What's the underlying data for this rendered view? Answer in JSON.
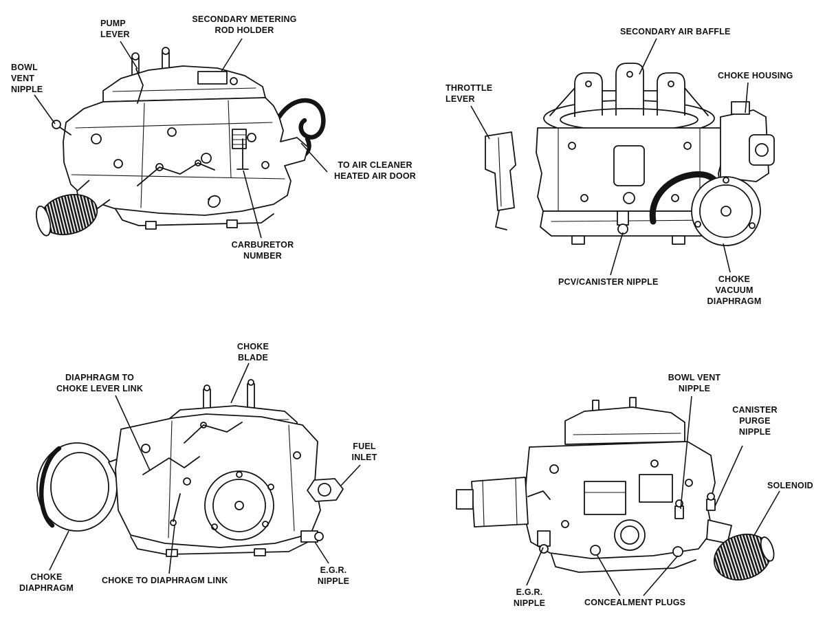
{
  "colors": {
    "ink": "#141414",
    "background": "#ffffff"
  },
  "labels": {
    "view_top_left": {
      "pump_lever": "PUMP\nLEVER",
      "secondary_metering_rod_holder": "SECONDARY METERING\nROD HOLDER",
      "bowl_vent_nipple": "BOWL\nVENT\nNIPPLE",
      "to_air_cleaner_heated_air_door": "TO AIR CLEANER\nHEATED AIR DOOR",
      "carburetor_number": "CARBURETOR\nNUMBER"
    },
    "view_top_right": {
      "secondary_air_baffle": "SECONDARY AIR BAFFLE",
      "choke_housing": "CHOKE HOUSING",
      "throttle_lever": "THROTTLE\nLEVER",
      "pcv_canister_nipple": "PCV/CANISTER NIPPLE",
      "choke_vacuum_diaphragm": "CHOKE\nVACUUM\nDIAPHRAGM"
    },
    "view_bottom_left": {
      "choke_blade": "CHOKE\nBLADE",
      "diaphragm_to_choke_lever_link": "DIAPHRAGM TO\nCHOKE LEVER LINK",
      "fuel_inlet": "FUEL\nINLET",
      "choke_diaphragm": "CHOKE\nDIAPHRAGM",
      "choke_to_diaphragm_link": "CHOKE TO DIAPHRAGM LINK",
      "egr_nipple": "E.G.R.\nNIPPLE"
    },
    "view_bottom_right": {
      "bowl_vent_nipple": "BOWL VENT\nNIPPLE",
      "canister_purge_nipple": "CANISTER\nPURGE\nNIPPLE",
      "solenoid": "SOLENOID",
      "egr_nipple": "E.G.R.\nNIPPLE",
      "concealment_plugs": "CONCEALMENT PLUGS"
    }
  }
}
